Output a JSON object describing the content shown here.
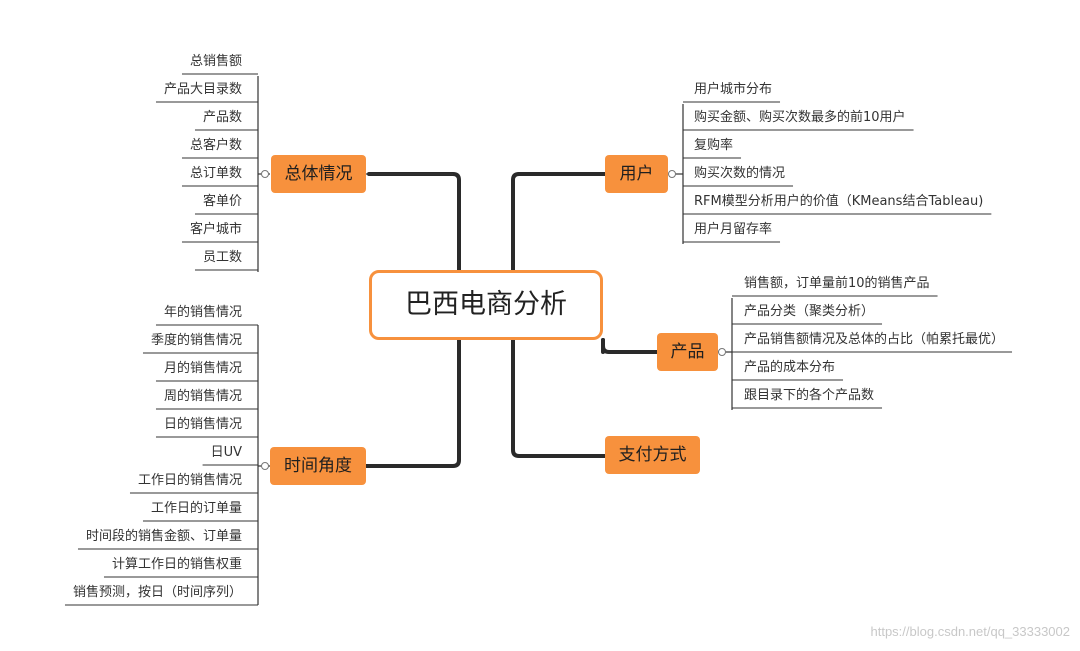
{
  "root": {
    "title": "巴西电商分析"
  },
  "categories": {
    "overall": {
      "label": "总体情况",
      "items": [
        "总销售额",
        "产品大目录数",
        "产品数",
        "总客户数",
        "总订单数",
        "客单价",
        "客户城市",
        "员工数"
      ]
    },
    "time": {
      "label": "时间角度",
      "items": [
        "年的销售情况",
        "季度的销售情况",
        "月的销售情况",
        "周的销售情况",
        "日的销售情况",
        "日UV",
        "工作日的销售情况",
        "工作日的订单量",
        "时间段的销售金额、订单量",
        "计算工作日的销售权重",
        "销售预测，按日（时间序列）"
      ]
    },
    "user": {
      "label": "用户",
      "items": [
        "用户城市分布",
        "购买金额、购买次数最多的前10用户",
        "复购率",
        "购买次数的情况",
        "RFM模型分析用户的价值（KMeans结合Tableau)",
        "用户月留存率"
      ]
    },
    "product": {
      "label": "产品",
      "items": [
        "销售额，订单量前10的销售产品",
        "产品分类（聚类分析）",
        "产品销售额情况及总体的占比（帕累托最优）",
        "产品的成本分布",
        "跟目录下的各个产品数"
      ]
    },
    "payment": {
      "label": "支付方式"
    }
  },
  "watermark": "https://blog.csdn.net/qq_33333002"
}
